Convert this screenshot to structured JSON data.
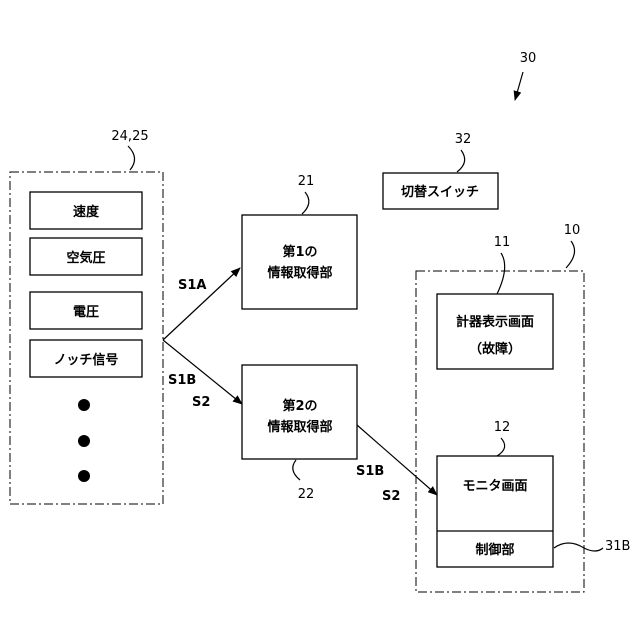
{
  "refs": {
    "r30": "30",
    "r2425": "24,25",
    "r21": "21",
    "r22": "22",
    "r32": "32",
    "r11": "11",
    "r10": "10",
    "r12": "12",
    "r31b": "31B"
  },
  "sensors": [
    "速度",
    "空気圧",
    "電圧",
    "ノッチ信号"
  ],
  "acquirer1": {
    "line1": "第1の",
    "line2": "情報取得部"
  },
  "acquirer2": {
    "line1": "第2の",
    "line2": "情報取得部"
  },
  "switch_label": "切替スイッチ",
  "meter_screen": {
    "line1": "計器表示画面",
    "line2": "（故障）"
  },
  "monitor_screen": "モニタ画面",
  "control_unit": "制御部",
  "signals": {
    "s1a": "S1A",
    "s1b_left": "S1B",
    "s2_left": "S2",
    "s1b_right": "S1B",
    "s2_right": "S2"
  }
}
